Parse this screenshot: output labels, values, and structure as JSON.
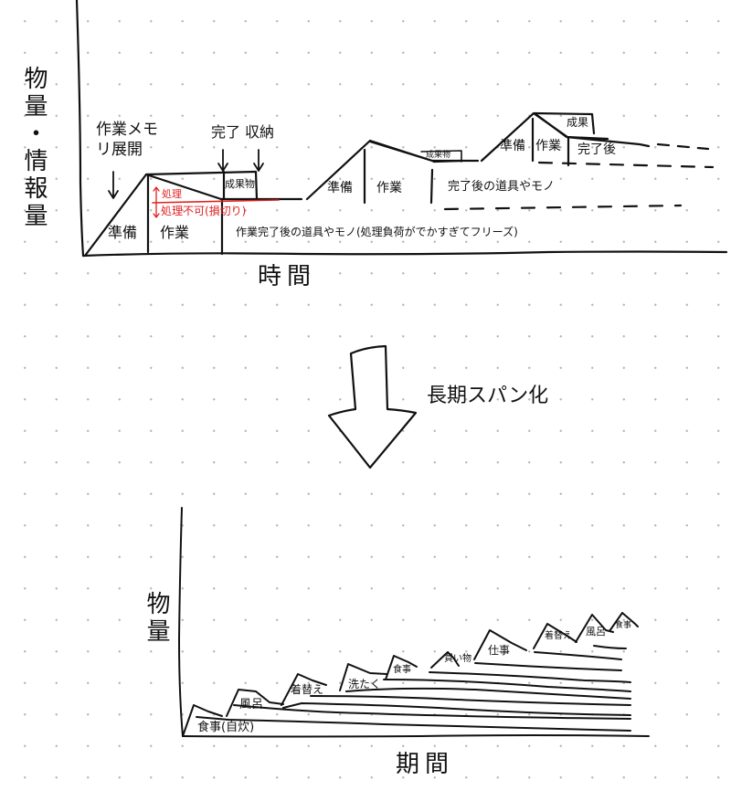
{
  "top_chart": {
    "y_axis_label": "物量・情報量",
    "x_axis_label": "時間",
    "annotations": {
      "work_memory_expand": "作業メモリ展開",
      "complete": "完了",
      "store": "収納"
    },
    "cycle1": {
      "prep": "準備",
      "work": "作業",
      "product": "成果物",
      "processed": "処理",
      "unprocessable": "処理不可(損切り)",
      "after": "作業完了後の道具やモノ(処理負荷がでかすぎてフリーズ)"
    },
    "cycle2": {
      "prep": "準備",
      "work": "作業",
      "product": "成果物",
      "after": "完了後の道具やモノ"
    },
    "cycle3": {
      "prep": "準備",
      "work": "作業",
      "product": "成果",
      "after": "完了後"
    }
  },
  "transition": {
    "arrow_icon": "down-arrow",
    "label": "長期スパン化"
  },
  "bottom_chart": {
    "y_axis_label": "物量",
    "x_axis_label": "期間",
    "layers": [
      {
        "label": "食事(自炊)"
      },
      {
        "label": "風呂"
      },
      {
        "label": "着替え"
      },
      {
        "label": "洗たく"
      },
      {
        "label": "食事"
      },
      {
        "label": "買い物"
      },
      {
        "label": "仕事"
      },
      {
        "label": "着替え"
      },
      {
        "label": "風呂"
      },
      {
        "label": "食事"
      }
    ]
  },
  "colors": {
    "ink": "#111111",
    "accent_red": "#e02020",
    "grid_dot": "#b8b8b8"
  }
}
